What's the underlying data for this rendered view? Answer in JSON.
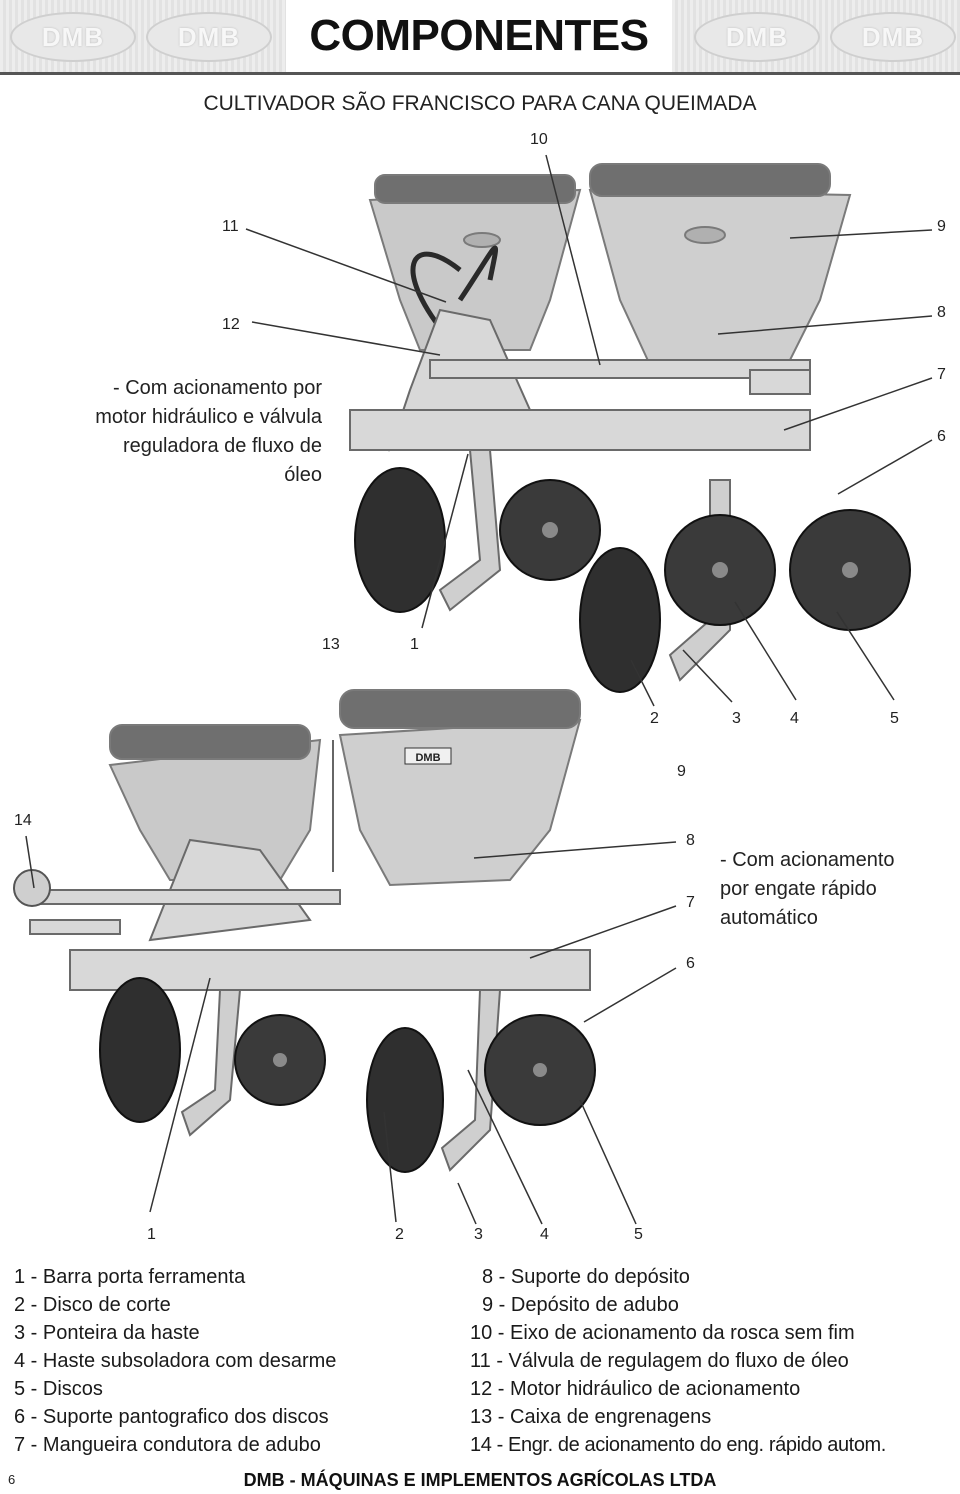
{
  "header": {
    "title": "COMPONENTES",
    "logo_text": "DMB"
  },
  "subtitle": "CULTIVADOR SÃO FRANCISCO PARA CANA QUEIMADA",
  "figure1": {
    "callouts": [
      "10",
      "11",
      "9",
      "12",
      "8",
      "7",
      "6",
      "13",
      "1",
      "2",
      "3",
      "4",
      "5"
    ],
    "note_lines": [
      "- Com acionamento por",
      "motor hidráulico e válvula",
      "reguladora de fluxo de",
      "óleo"
    ]
  },
  "figure2": {
    "callouts": [
      "9",
      "14",
      "8",
      "7",
      "6",
      "1",
      "2",
      "3",
      "4",
      "5"
    ],
    "note_lines": [
      "- Com acionamento",
      "por engate rápido",
      "automático"
    ],
    "hopper_brand": "DMB"
  },
  "legend": {
    "left": [
      {
        "num": "1 -",
        "text": "Barra porta ferramenta"
      },
      {
        "num": "2 -",
        "text": "Disco de corte"
      },
      {
        "num": "3 -",
        "text": "Ponteira da haste"
      },
      {
        "num": "4 -",
        "text": "Haste subsoladora com desarme"
      },
      {
        "num": "5 -",
        "text": "Discos"
      },
      {
        "num": "6 -",
        "text": "Suporte pantografico dos discos"
      },
      {
        "num": "7 -",
        "text": "Mangueira condutora de adubo"
      }
    ],
    "right": [
      {
        "num": "8 -",
        "text": "Suporte do depósito"
      },
      {
        "num": "9 -",
        "text": "Depósito de adubo"
      },
      {
        "num": "10 -",
        "text": "Eixo de acionamento da rosca sem fim"
      },
      {
        "num": "11 -",
        "text": "Válvula de regulagem do fluxo de óleo"
      },
      {
        "num": "12 -",
        "text": "Motor hidráulico de acionamento"
      },
      {
        "num": "13 -",
        "text": "Caixa de engrenagens"
      },
      {
        "num": "14 -",
        "text": "Engr. de acionamento do eng. rápido autom."
      }
    ]
  },
  "footer": {
    "page_number": "6",
    "company": "DMB - MÁQUINAS E IMPLEMENTOS AGRÍCOLAS LTDA"
  }
}
